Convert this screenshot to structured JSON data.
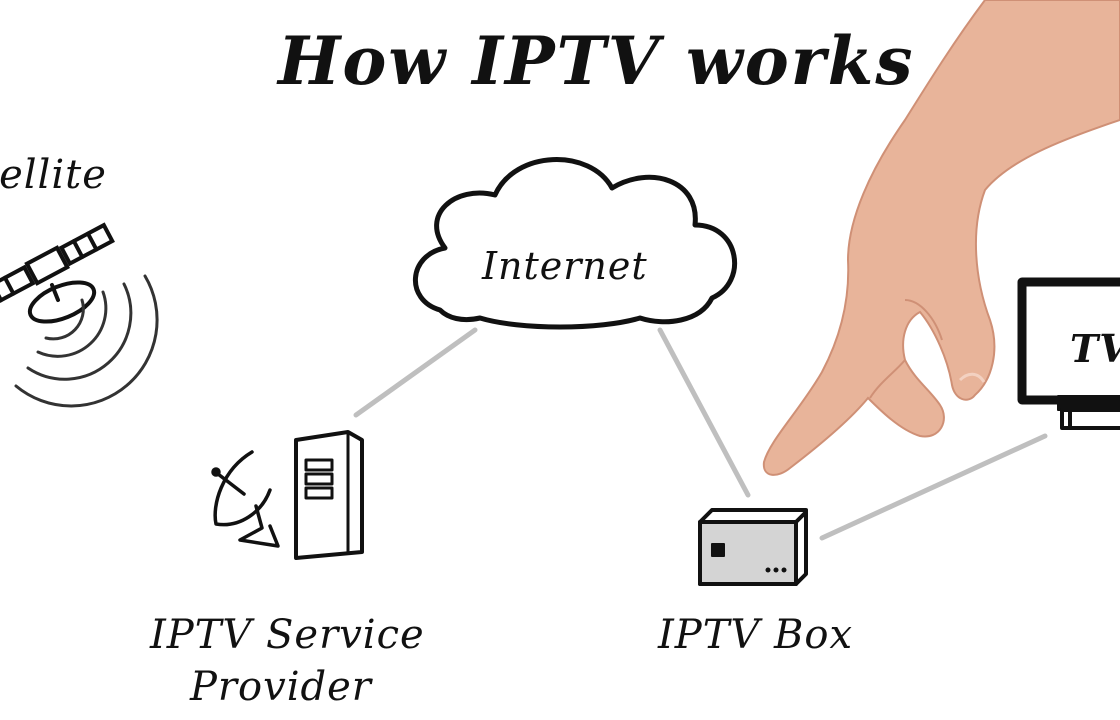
{
  "title": "How IPTV works",
  "labels": {
    "satellite": "tellite",
    "internet": "Internet",
    "service_provider_line1": "IPTV Service",
    "service_provider_line2": "Provider",
    "iptv_box": "IPTV Box",
    "tv": "TV"
  },
  "colors": {
    "ink": "#111111",
    "connector": "#bfbfbf",
    "box_fill": "#d4d4d4",
    "skin": "#e8b49a",
    "skin_shade": "#cf9076"
  }
}
